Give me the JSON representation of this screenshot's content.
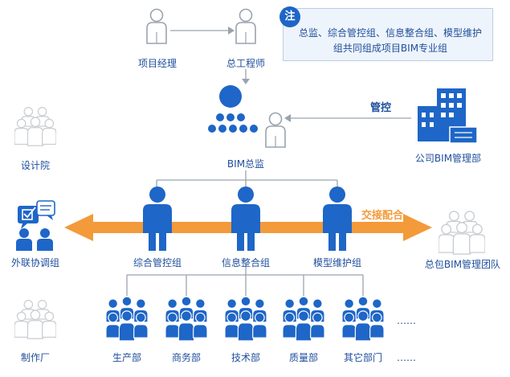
{
  "note": {
    "badge": "注",
    "text": "总监、综合管控组、信息整合组、模型维护组共同组成项目BIM专业组"
  },
  "roles": {
    "project_manager": "项目经理",
    "chief_engineer": "总工程师",
    "bim_director": "BIM总监",
    "company_bim_dept": "公司BIM管理部",
    "management_control": "管控"
  },
  "groups": {
    "integrated_control": "综合管控组",
    "information_integration": "信息整合组",
    "model_maintenance": "模型维护组"
  },
  "side": {
    "design_institute": "设计院",
    "external_coordination": "外联协调组",
    "manufacturer": "制作厂",
    "general_contractor_bim": "总包BIM管理团队",
    "handover": "交接配合"
  },
  "departments": [
    "生产部",
    "商务部",
    "技术部",
    "质量部",
    "其它部门"
  ],
  "ellipsis": "……",
  "colors": {
    "primary_blue": "#1e66c7",
    "line_gray": "#9aa3ad",
    "arrow_orange": "#f39a3a",
    "ghost_gray": "#d5d8dc"
  }
}
